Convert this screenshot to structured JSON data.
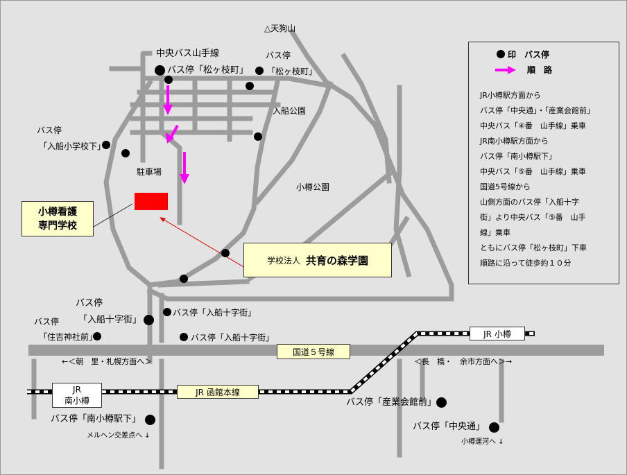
{
  "legend": {
    "stop_label": "印　バス停",
    "route_label": "順　路",
    "lines": [
      "JR小樽駅方面から",
      "バス停「中央通」・「産業会館前」",
      "中央バス「④番　山手線」乗車",
      "JR南小樽駅方面から",
      "バス停「南小樽駅下」",
      "中央バス「⑤番　山手線」乗車",
      "国道5号線から",
      "山側方面のバス停「入船十字",
      "街」より中央バス「⑤番　山手",
      "線」乗車",
      "ともにバス停「松ヶ枝町」下車",
      "順路に沿って徒歩約１０分"
    ]
  },
  "landmarks": {
    "tenguyama": "△天狗山",
    "iriFunePark": "入船公園",
    "otaruPark": "小樽公園",
    "parking": "駐車場",
    "yamateLine": "中央バス山手線"
  },
  "school": {
    "nameLine1": "小樽看護",
    "nameLine2": "専門学校"
  },
  "corporation": {
    "prefix": "学校法人",
    "name": "共育の森学園"
  },
  "busStops": {
    "matsugaeLeft": "バス停「松ヶ枝町」",
    "matsugaeRightTop": "バス停",
    "matsugaeRightBottom": "「松ヶ枝町」",
    "iriFuneShogakkoTop": "バス停",
    "iriFuneShogakkoBottom": "「入船小学校下」",
    "iriFuneJujiA": "バス停「入船十字街」",
    "iriFuneJujiBTop": "バス停",
    "iriFuneJujiBBottom": "「入船十字街」",
    "sumiyoshiTop": "バス停",
    "sumiyoshiBottom": "「住吉神社前」",
    "iriFuneJujiC": "バス停「入船十字街」",
    "sangyo": "バス停「産業会館前」",
    "minamiOtaru": "バス停「南小樽駅下」",
    "chuodori": "バス停「中央通」"
  },
  "roads": {
    "route5": "国道５号線",
    "hakodateLine": "JR 函館本線",
    "jrOtaru": "JR 小樽",
    "jrMinamiOtaru1": "JR",
    "jrMinamiOtaru2": "南小樽",
    "toAsari": "←＜朝　里・札幌方面へ＞",
    "toNagahashi": "＜長　橋・　余市方面へ＞→",
    "toMeruhen": "メルヘン交差点へ",
    "toCanal": "小樽運河へ"
  },
  "colors": {
    "background": "#e3e3e3",
    "road": "#9c9c9c",
    "routeArrow": "#ff00ff",
    "school": "#ff0000",
    "pointer": "#e00000"
  }
}
